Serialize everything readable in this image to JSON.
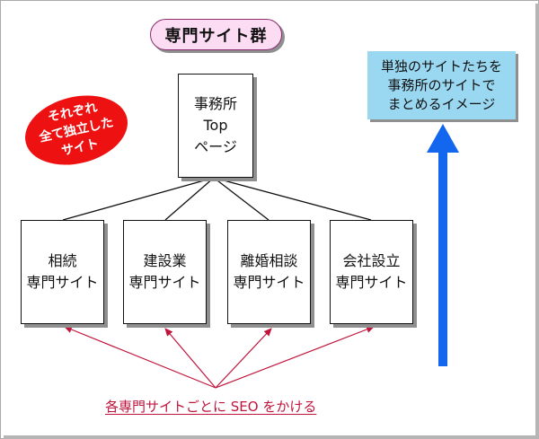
{
  "title": "専門サイト群",
  "top_box": [
    "事務所",
    "Top",
    "ページ"
  ],
  "badge": [
    "それぞれ",
    "全て独立した",
    "サイト"
  ],
  "note": [
    "単独のサイトたちを",
    "事務所のサイトで",
    "まとめるイメージ"
  ],
  "sites": [
    [
      "相続",
      "専門サイト"
    ],
    [
      "建設業",
      "専門サイト"
    ],
    [
      "離婚相談",
      "専門サイト"
    ],
    [
      "会社設立",
      "専門サイト"
    ]
  ],
  "seo_note": "各専門サイトごとに SEO をかける",
  "colors": {
    "title_fill": "#fcdcf2",
    "badge_fill": "#ee1111",
    "note_fill": "#9ad8f2",
    "arrow_blue": "#1366ee",
    "seo_red": "#c0143c"
  }
}
